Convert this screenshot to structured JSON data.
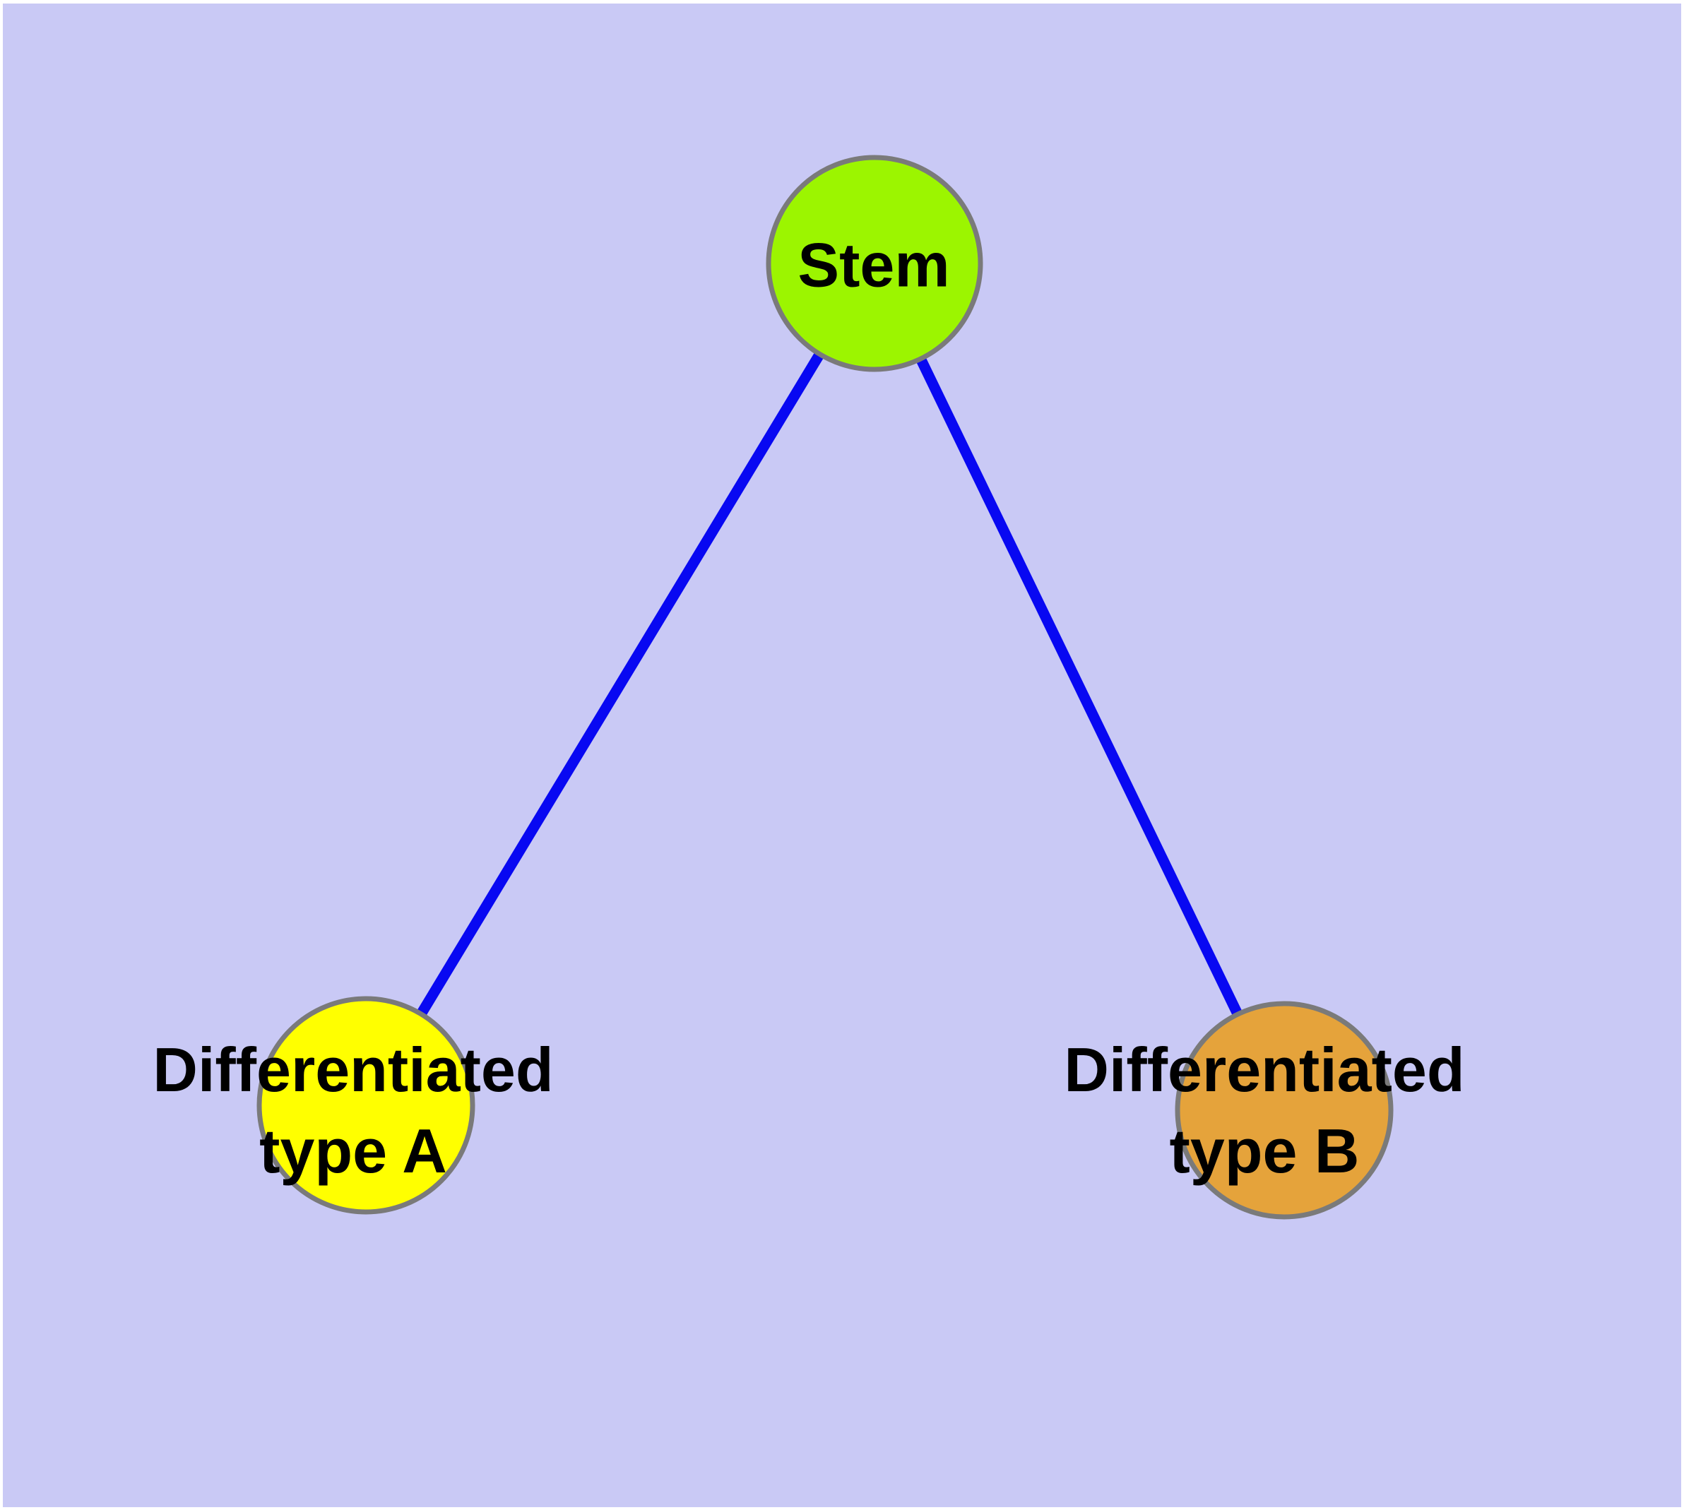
{
  "figure": {
    "type": "node-link-diagram",
    "background_color": "#C9C9F5",
    "frame_color": "#FFFFFF",
    "label_color": "#000000",
    "node_border_color": "#7A7A7A",
    "nodes": {
      "stem": {
        "label": "Stem",
        "color": "#9CF500"
      },
      "typeA": {
        "label_line1": "Differentiated",
        "label_line2": "type A",
        "color": "#FFFF00"
      },
      "typeB": {
        "label_line1": "Differentiated",
        "label_line2": "type B",
        "color": "#E5A33B"
      }
    },
    "edges": {
      "color": "#0808F2",
      "connections": [
        {
          "from": "Stem",
          "to": "Differentiated type A"
        },
        {
          "from": "Stem",
          "to": "Differentiated type B"
        }
      ]
    }
  }
}
